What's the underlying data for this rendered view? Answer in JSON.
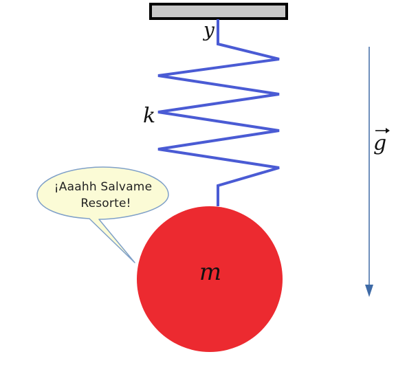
{
  "labels": {
    "displacement": "y",
    "spring_constant": "k",
    "gravity": "g",
    "mass": "m"
  },
  "speech_bubble": {
    "line1": "¡Aaahh Salvame",
    "line2": "Resorte!"
  },
  "colors": {
    "ceiling_fill": "#c8c8c8",
    "ceiling_stroke": "#000000",
    "spring": "#4a5bd4",
    "mass": "#ec2a30",
    "gravity_arrow": "#3e6aa6",
    "bubble_fill": "#fbfbd6",
    "bubble_stroke": "#7fa0c8"
  }
}
